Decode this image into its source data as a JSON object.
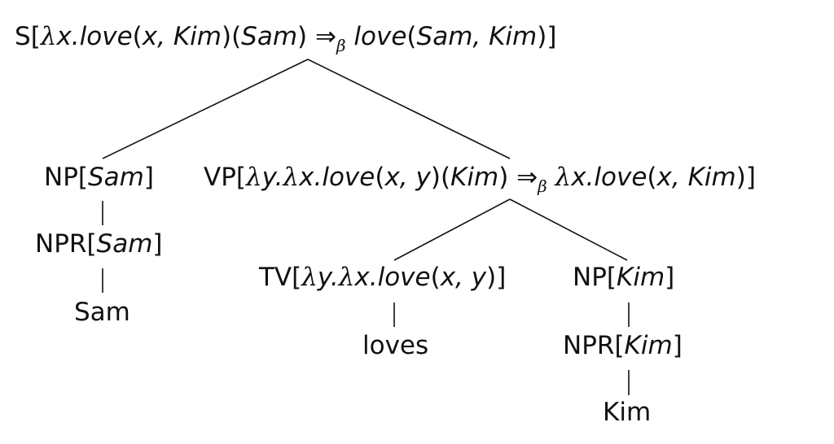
{
  "tree": {
    "s": {
      "cat": "S",
      "lam1": "λ",
      "var1": "x.",
      "fn1": "love",
      "args1": "x, Kim",
      "arg1": "Sam",
      "arrow": "⇒",
      "beta": "β",
      "fn2": "love",
      "args2": "Sam, Kim"
    },
    "np_sam": {
      "cat": "NP",
      "sem": "Sam"
    },
    "npr_sam": {
      "cat": "NPR",
      "sem": "Sam"
    },
    "word_sam": "Sam",
    "vp": {
      "cat": "VP",
      "lam1": "λ",
      "var1": "y.",
      "lam2": "λ",
      "var2": "x.",
      "fn1": "love",
      "args1": "x, y",
      "arg1": "Kim",
      "arrow": "⇒",
      "beta": "β",
      "lam3": "λ",
      "var3": "x.",
      "fn2": "love",
      "args2": "x, Kim"
    },
    "tv": {
      "cat": "TV",
      "lam1": "λ",
      "var1": "y.",
      "lam2": "λ",
      "var2": "x.",
      "fn": "love",
      "args": "x, y"
    },
    "word_loves": "loves",
    "np_kim": {
      "cat": "NP",
      "sem": "Kim"
    },
    "npr_kim": {
      "cat": "NPR",
      "sem": "Kim"
    },
    "word_kim": "Kim"
  }
}
